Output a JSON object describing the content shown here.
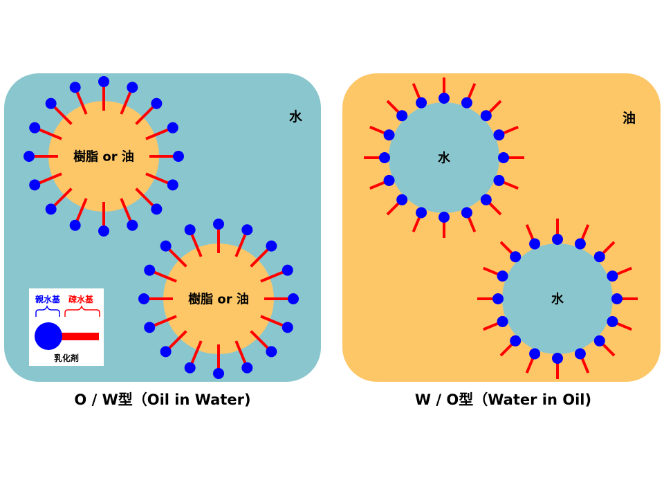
{
  "colors": {
    "water": "#8ac6cd",
    "oil": "#fdc768",
    "head": "#0000ff",
    "tail": "#ff0000"
  },
  "ow_panel": {
    "medium_label": "水",
    "droplet_labels": [
      "樹脂 or 油",
      "樹脂 or 油"
    ],
    "caption": "O / W型（Oil in Water)"
  },
  "wo_panel": {
    "medium_label": "油",
    "droplet_labels": [
      "水",
      "水"
    ],
    "caption": "W / O型（Water in Oil)"
  },
  "legend": {
    "hydrophilic_label": "親水基",
    "hydrophobic_label": "疎水基",
    "emulsifier_label": "乳化剤"
  }
}
